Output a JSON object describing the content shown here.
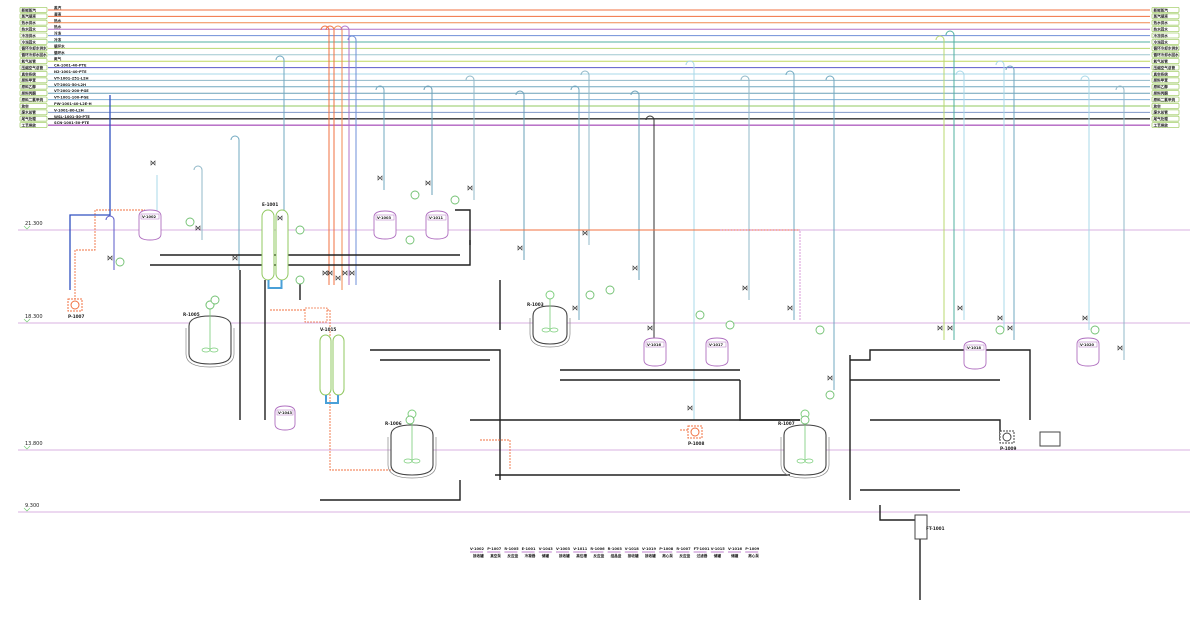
{
  "header_lines": [
    {
      "left_label": "新鲜蒸汽",
      "line_label": "蒸汽",
      "color": "#f07040"
    },
    {
      "left_label": "蒸汽凝液",
      "line_label": "凝液",
      "color": "#f07040"
    },
    {
      "left_label": "热水供水",
      "line_label": "热水",
      "color": "#f08a50"
    },
    {
      "left_label": "热水回水",
      "line_label": "热水",
      "color": "#b070c8"
    },
    {
      "left_label": "冷冻供水",
      "line_label": "冷冻",
      "color": "#6f8fd8"
    },
    {
      "left_label": "冷冻回水",
      "line_label": "冷冻",
      "color": "#50b0a0"
    },
    {
      "left_label": "循环冷却水供水",
      "line_label": "循环水",
      "color": "#b8d870"
    },
    {
      "left_label": "循环冷却水回水",
      "line_label": "循环水",
      "color": "#a0c8d0"
    },
    {
      "left_label": "氮气总管",
      "line_label": "氮气",
      "color": "#c0d860"
    },
    {
      "left_label": "压缩空气总管",
      "line_label": "CA-1001-40-PTE",
      "color": "#5a5ac8"
    },
    {
      "left_label": "真空系统",
      "line_label": "N2-1001-40-PTE",
      "color": "#a8d8e8"
    },
    {
      "left_label": "原料甲苯",
      "line_label": "VT-1001-251-L2H",
      "color": "#90b8c8"
    },
    {
      "left_label": "原料乙醇",
      "line_label": "VT-2001-50-L2H",
      "color": "#70a8c0"
    },
    {
      "left_label": "原料丙酮",
      "line_label": "VT-2001-200-PGE",
      "color": "#6aa0b8"
    },
    {
      "left_label": "原料二氯甲烷",
      "line_label": "VT-1001-100-PGE",
      "color": "#80b0d8"
    },
    {
      "left_label": "放空",
      "line_label": "PW-1001-40-L2E-H",
      "color": "#90c860"
    },
    {
      "left_label": "废水总管",
      "line_label": "V-1001-80-L2H",
      "color": "#8098c8"
    },
    {
      "left_label": "尾气处理",
      "line_label": "WSL-1001-50-PTE",
      "color": "#303030"
    },
    {
      "left_label": "工艺排放",
      "line_label": "SCN-1001-50-PTE",
      "color": "#b060c0"
    }
  ],
  "elevations": [
    "21.300",
    "18.300",
    "13.800",
    "9.300"
  ],
  "equipment_tags": {
    "v1002": "V-1002",
    "e1001": "E-1001",
    "v1003": "V-1003",
    "v1011": "V-1011",
    "p1007": "P-1007",
    "r1005": "R-1005",
    "r1006": "R-1006",
    "r1003": "R-1003",
    "v1015": "V-1015",
    "v1016": "V-1016",
    "v1017": "V-1017",
    "p1008": "P-1008",
    "r1007": "R-1007",
    "v1018": "V-1018",
    "p1009": "P-1009",
    "ft1001": "FT-1001",
    "v1020": "V-1020"
  },
  "legend_row": [
    {
      "tag": "V-1002",
      "desc": "接收罐"
    },
    {
      "tag": "P-1007",
      "desc": "真空泵"
    },
    {
      "tag": "R-1005",
      "desc": "反应釜"
    },
    {
      "tag": "E-1001",
      "desc": "冷凝器"
    },
    {
      "tag": "V-1043",
      "desc": "储罐"
    },
    {
      "tag": "V-1003",
      "desc": "接收罐"
    },
    {
      "tag": "V-1011",
      "desc": "高位槽"
    },
    {
      "tag": "R-1006",
      "desc": "反应釜"
    },
    {
      "tag": "R-1003",
      "desc": "结晶釜"
    },
    {
      "tag": "V-1018",
      "desc": "接收罐"
    },
    {
      "tag": "V-1019",
      "desc": "接收罐"
    },
    {
      "tag": "P-1008",
      "desc": "离心泵"
    },
    {
      "tag": "R-1007",
      "desc": "反应釜"
    },
    {
      "tag": "FT-1001",
      "desc": "过滤器"
    },
    {
      "tag": "V-1015",
      "desc": "储罐"
    },
    {
      "tag": "V-1016",
      "desc": "储罐"
    },
    {
      "tag": "P-1009",
      "desc": "离心泵"
    }
  ],
  "colors": {
    "elevation_line": "#d8b0e0",
    "process_line": "#202020",
    "steam": "#f07040",
    "label_box": "#a8d070",
    "instrument": "#70c070"
  }
}
